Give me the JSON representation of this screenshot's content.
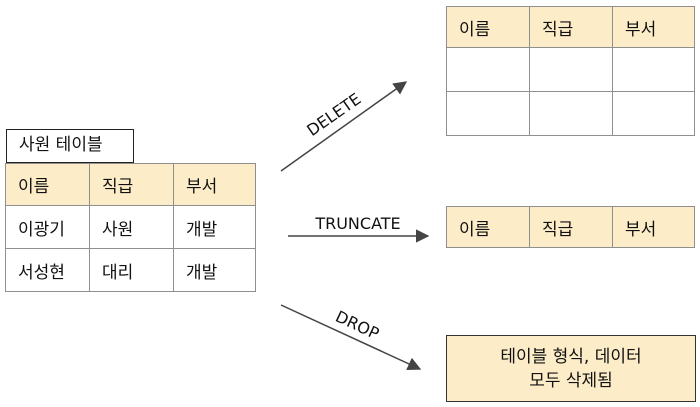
{
  "source_table": {
    "title": "사원 테이블",
    "headers": [
      "이름",
      "직급",
      "부서"
    ],
    "rows": [
      [
        "이광기",
        "사원",
        "개발"
      ],
      [
        "서성현",
        "대리",
        "개발"
      ]
    ]
  },
  "operations": {
    "delete": {
      "label": "DELETE",
      "headers": [
        "이름",
        "직급",
        "부서"
      ]
    },
    "truncate": {
      "label": "TRUNCATE",
      "headers": [
        "이름",
        "직급",
        "부서"
      ]
    },
    "drop": {
      "label": "DROP",
      "result_line1": "테이블 형식, 데이터",
      "result_line2": "모두 삭제됨"
    }
  },
  "colors": {
    "header_fill": "#fcedc8",
    "grid": "#8f8f8f",
    "arrow": "#444444"
  }
}
